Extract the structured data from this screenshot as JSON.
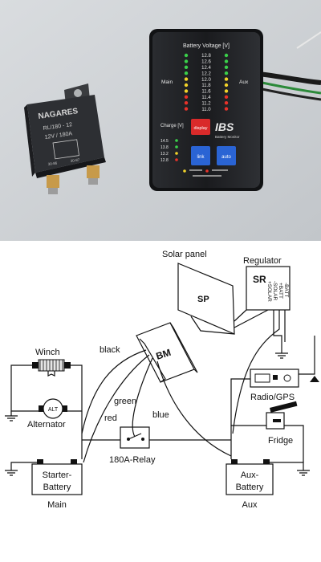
{
  "photo": {
    "relay": {
      "brand": "NAGARES",
      "model": "RL/180 - 12",
      "rating": "12V / 180A",
      "terminal_labels": [
        "30-86",
        "30-87"
      ]
    },
    "monitor": {
      "voltage_title": "Battery Voltage [V]",
      "voltages": [
        "12.8",
        "12.6",
        "12.4",
        "12.2",
        "12.0",
        "11.8",
        "11.6",
        "11.4",
        "11.2",
        "11.0"
      ],
      "main_label": "Main",
      "aux_label": "Aux",
      "charge_label": "Charge [V]",
      "charge_values": [
        "14.5",
        "13.8",
        "13.2",
        "12.8"
      ],
      "display_button": "display",
      "link_button": "link",
      "auto_button": "auto",
      "brand": "IBS",
      "brand_sub": "Battery Monitor",
      "led_colors": {
        "green": "#3ad04a",
        "yellow": "#f2d32a",
        "red": "#e8322a"
      }
    }
  },
  "diagram": {
    "solar_panel_label": "Solar panel",
    "sp_abbrev": "SP",
    "regulator_label": "Regulator",
    "sr_abbrev": "SR",
    "regulator_terminals": [
      "-BATT",
      "+BATT",
      "-SOLAR",
      "+SOLAR"
    ],
    "winch_label": "Winch",
    "alt_abbrev": "ALT",
    "alternator_label": "Alternator",
    "bm_abbrev": "BM",
    "wire_black": "black",
    "wire_green": "green",
    "wire_red": "red",
    "wire_blue": "blue",
    "relay_label": "180A-Relay",
    "radio_label": "Radio/GPS",
    "fridge_label": "Fridge",
    "starter_battery_line1": "Starter-",
    "starter_battery_line2": "Battery",
    "main_label": "Main",
    "aux_battery_line1": "Aux-",
    "aux_battery_line2": "Battery",
    "aux_label": "Aux"
  }
}
